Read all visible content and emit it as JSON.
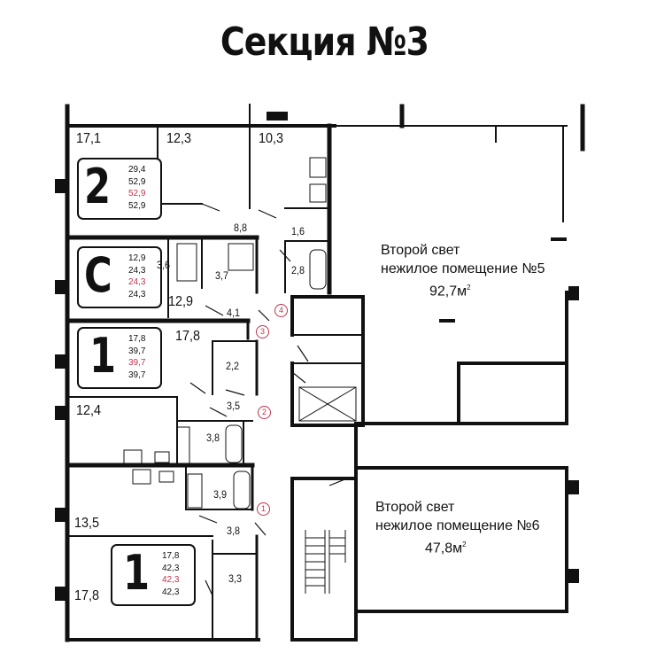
{
  "title": "Секция №3",
  "colors": {
    "wall": "#111111",
    "accent": "#c0344a",
    "background": "#ffffff"
  },
  "apartments": [
    {
      "type": "2",
      "values": [
        "29,4",
        "52,9",
        "52,9",
        "52,9"
      ],
      "highlight_index": 2
    },
    {
      "type": "С",
      "values": [
        "12,9",
        "24,3",
        "24,3",
        "24,3"
      ],
      "highlight_index": 2
    },
    {
      "type": "1",
      "values": [
        "17,8",
        "39,7",
        "39,7",
        "39,7"
      ],
      "highlight_index": 2
    },
    {
      "type": "1",
      "values": [
        "17,8",
        "42,3",
        "42,3",
        "42,3"
      ],
      "highlight_index": 2
    }
  ],
  "room_labels": [
    "17,1",
    "12,3",
    "10,3",
    "8,8",
    "1,6",
    "2,8",
    "3,6",
    "3,7",
    "12,9",
    "4,1",
    "17,8",
    "2,2",
    "12,4",
    "3,5",
    "3,8",
    "3,9",
    "13,5",
    "3,8",
    "3,3",
    "17,8"
  ],
  "entrance_markers": [
    "4",
    "3",
    "2",
    "1"
  ],
  "commercial": [
    {
      "line1": "Второй свет",
      "line2": "нежилое помещение №5",
      "area": "92,7м",
      "unit_sup": "2"
    },
    {
      "line1": "Второй свет",
      "line2": "нежилое помещение №6",
      "area": "47,8м",
      "unit_sup": "2"
    }
  ]
}
